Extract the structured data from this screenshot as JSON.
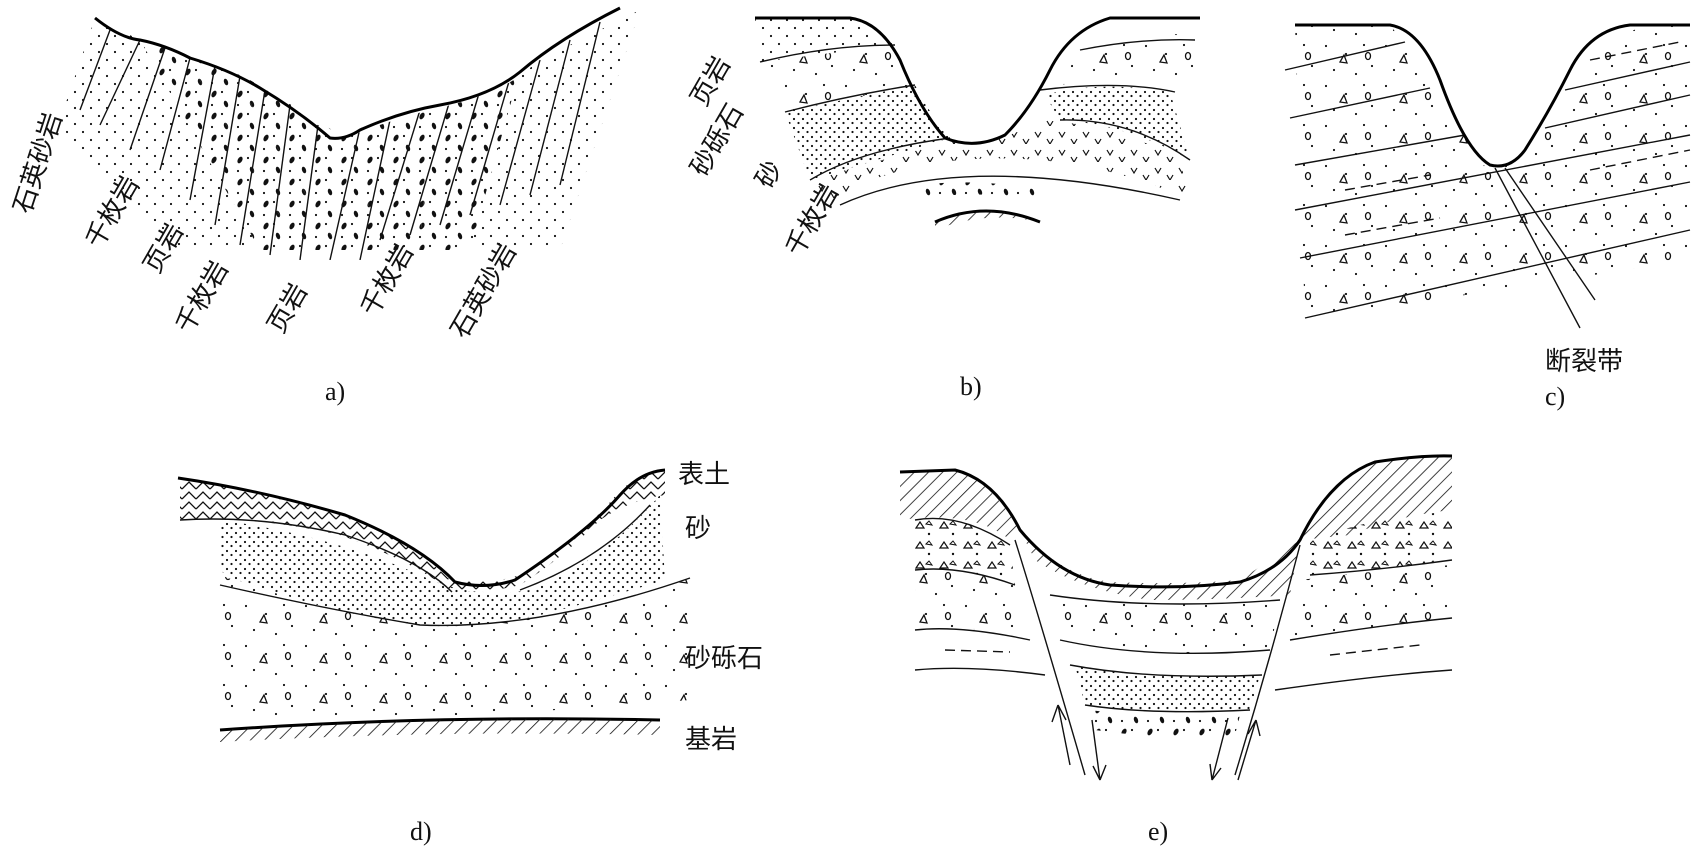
{
  "panels": {
    "a": {
      "caption": "a)",
      "labels": [
        "石英砂岩",
        "千枚岩",
        "页岩",
        "千枚岩",
        "页岩",
        "千枚岩",
        "石英砂岩"
      ]
    },
    "b": {
      "caption": "b)",
      "labels": [
        "页岩",
        "砂砾石",
        "砂",
        "千枚岩"
      ]
    },
    "c": {
      "caption": "c)",
      "labels": [
        "断裂带"
      ]
    },
    "d": {
      "caption": "d)",
      "labels": [
        "表土",
        "砂",
        "砂砾石",
        "基岩"
      ]
    },
    "e": {
      "caption": "e)"
    }
  },
  "colors": {
    "ink": "#111111",
    "background": "#ffffff"
  }
}
